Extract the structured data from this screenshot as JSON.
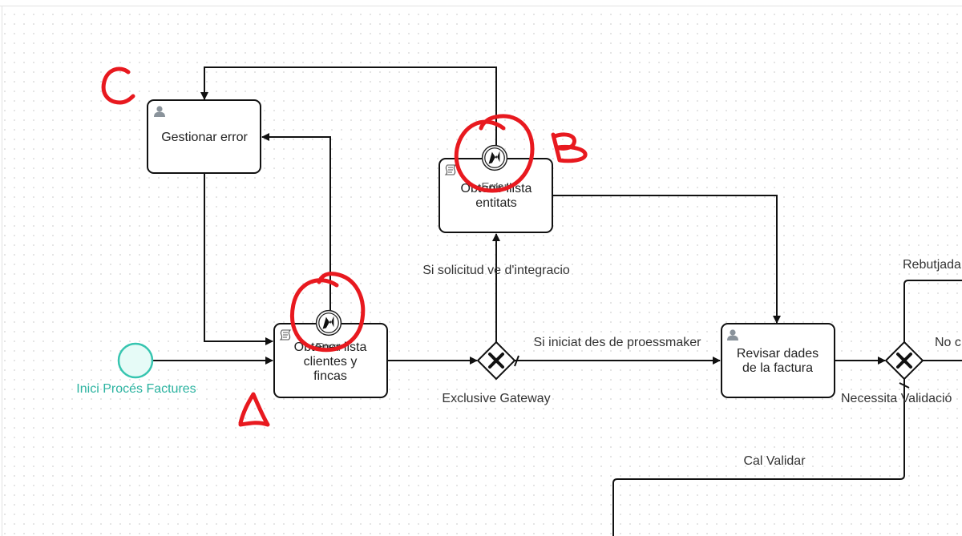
{
  "diagram": {
    "start_event": {
      "label": "Inici Procés Factures"
    },
    "tasks": {
      "gestionar_error": {
        "label": "Gestionar error"
      },
      "obtener_lista_clientes": {
        "lines": [
          "Obtener lista",
          "clientes y",
          "fincas"
        ],
        "error_text": "Error"
      },
      "obtenir_llista_entitats": {
        "lines": [
          "Obtenir llista",
          "entitats"
        ],
        "error_text": "Error"
      },
      "revisar_dades": {
        "lines": [
          "Revisar dades",
          "de la factura"
        ]
      }
    },
    "gateways": {
      "exclusive_gateway": {
        "label": "Exclusive Gateway"
      },
      "necessita_validacio": {
        "label": "Necessita Validació"
      }
    },
    "flows": {
      "si_solicitud": {
        "label": "Si solicitud ve d'integracio"
      },
      "si_iniciat": {
        "label": "Si iniciat des de proessmaker"
      },
      "rebutjada": {
        "label": "Rebutjada"
      },
      "no": {
        "label": "No c"
      },
      "cal_validar": {
        "label": "Cal Validar"
      }
    },
    "annotations": [
      {
        "name": "annotation-a",
        "text": "A"
      },
      {
        "name": "annotation-b",
        "text": "B"
      },
      {
        "name": "annotation-c",
        "text": "C"
      }
    ],
    "colors": {
      "stroke": "#111111",
      "start_event_fill": "#e6fbf7",
      "start_event_stroke": "#37c5b0",
      "start_label": "#2bb3a0",
      "annotation": "#e8191f",
      "user_icon": "#8a939b",
      "grid_dot": "#d3d3d3"
    }
  }
}
